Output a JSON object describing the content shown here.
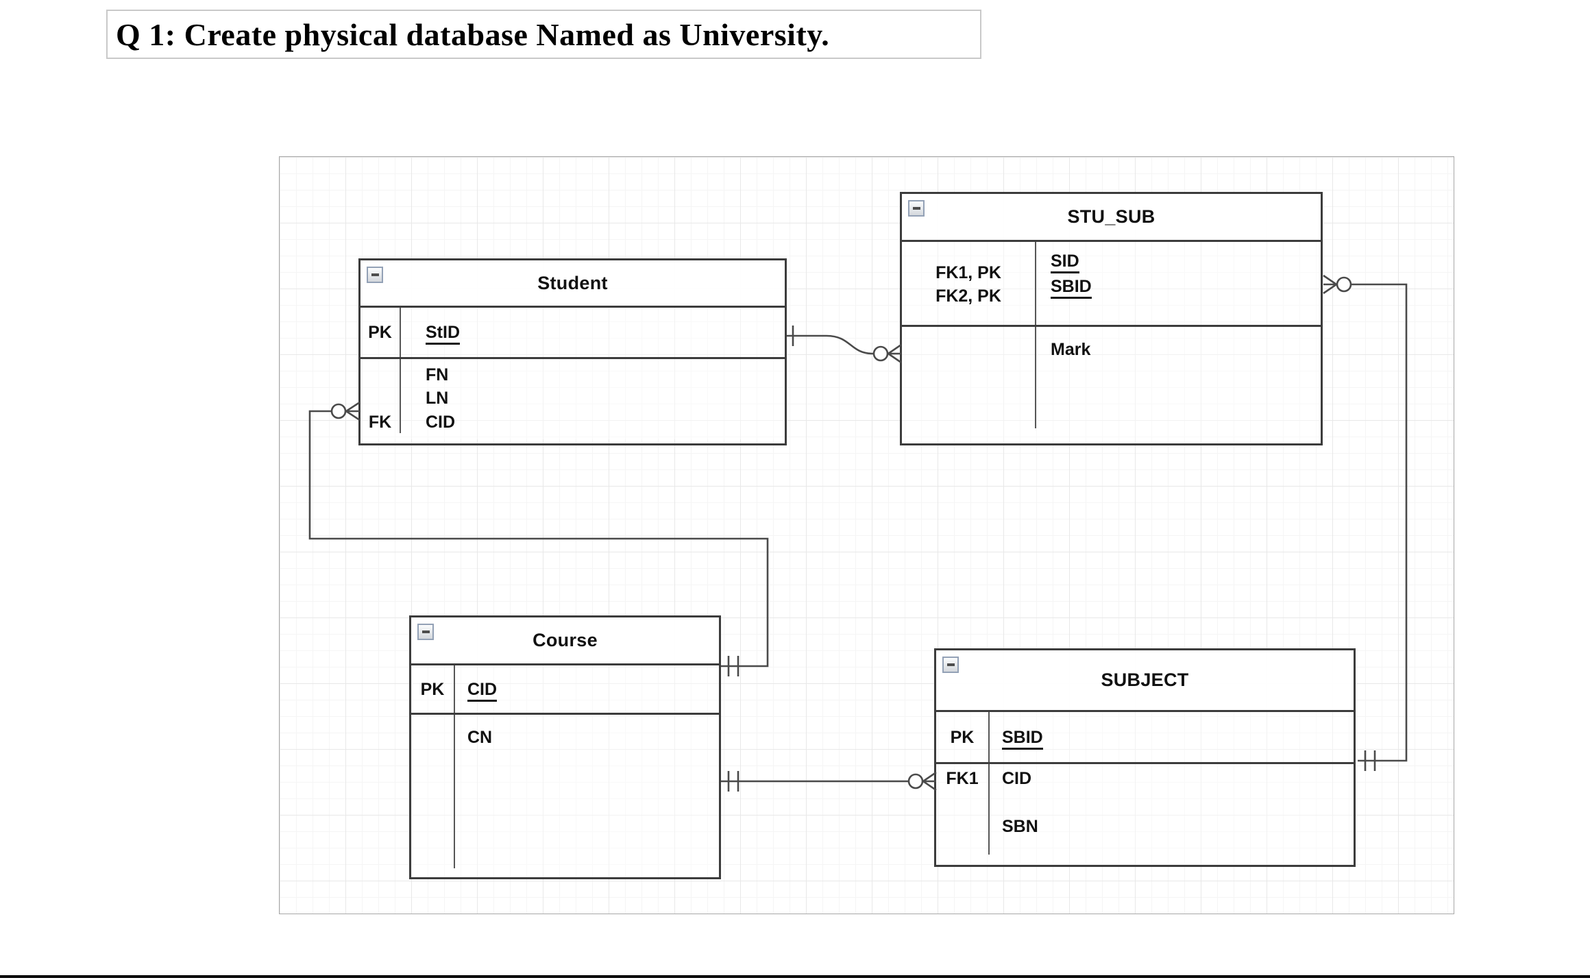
{
  "title": {
    "text": "Q 1: Create physical database Named as University."
  },
  "diagram": {
    "icons": {
      "collapse": "minimize-icon"
    },
    "tables": {
      "student": {
        "name": "Student",
        "pk": {
          "label": "PK",
          "attr": "StID"
        },
        "attrs": {
          "fn": "FN",
          "ln": "LN",
          "fk_label": "FK",
          "fk_attr": "CID"
        }
      },
      "stu_sub": {
        "name": "STU_SUB",
        "pk": {
          "label1": "FK1, PK",
          "label2": "FK2, PK",
          "attr1": "SID",
          "attr2": "SBID"
        },
        "attrs": {
          "mark": "Mark"
        }
      },
      "course": {
        "name": "Course",
        "pk": {
          "label": "PK",
          "attr": "CID"
        },
        "attrs": {
          "cn": "CN"
        }
      },
      "subject": {
        "name": "SUBJECT",
        "pk": {
          "label": "PK",
          "attr": "SBID"
        },
        "attrs": {
          "fk_label": "FK1",
          "fk_attr": "CID",
          "sbn": "SBN"
        }
      }
    },
    "relationships": [
      {
        "from": "Student",
        "from_cardinality": "one",
        "to": "STU_SUB",
        "to_cardinality": "zero-or-many",
        "via": "SID"
      },
      {
        "from": "Course",
        "from_cardinality": "one-and-only-one",
        "to": "Student",
        "to_cardinality": "zero-or-many",
        "via": "CID"
      },
      {
        "from": "Course",
        "from_cardinality": "one-and-only-one",
        "to": "SUBJECT",
        "to_cardinality": "zero-or-many",
        "via": "CID"
      },
      {
        "from": "SUBJECT",
        "from_cardinality": "one-and-only-one",
        "to": "STU_SUB",
        "to_cardinality": "zero-or-many",
        "via": "SBID"
      }
    ],
    "colors": {
      "line": "#4a4a4a",
      "table_border": "#3c3c3c",
      "grid_major": "#e8e8e8",
      "grid_minor": "#f5f5f5"
    }
  }
}
